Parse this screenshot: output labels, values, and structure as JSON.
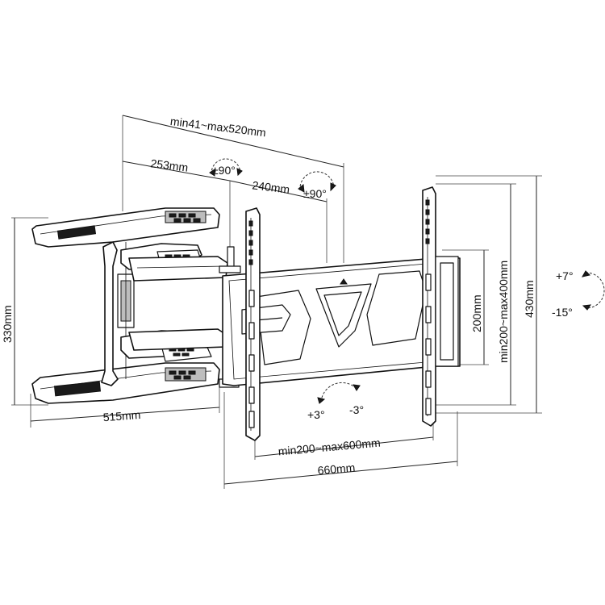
{
  "dimensions": {
    "arm_extension": "min41~max520mm",
    "arm_segment_1": "253mm",
    "arm_segment_2": "240mm",
    "swivel_1": "±90°",
    "swivel_2": "±90°",
    "height_mount": "330mm",
    "depth_arm": "515mm",
    "vesa_horizontal": "min200~max600mm",
    "plate_width": "660mm",
    "plate_vertical_gap": "200mm",
    "vesa_vertical": "min200~max400mm",
    "total_height": "430mm",
    "tilt_up": "+7°",
    "tilt_down": "-15°",
    "rotate_plus": "+3°",
    "rotate_minus": "-3°"
  },
  "colors": {
    "line": "#111111",
    "fill_dark": "#1a1a1a",
    "fill_grey": "#bdbdbd"
  }
}
